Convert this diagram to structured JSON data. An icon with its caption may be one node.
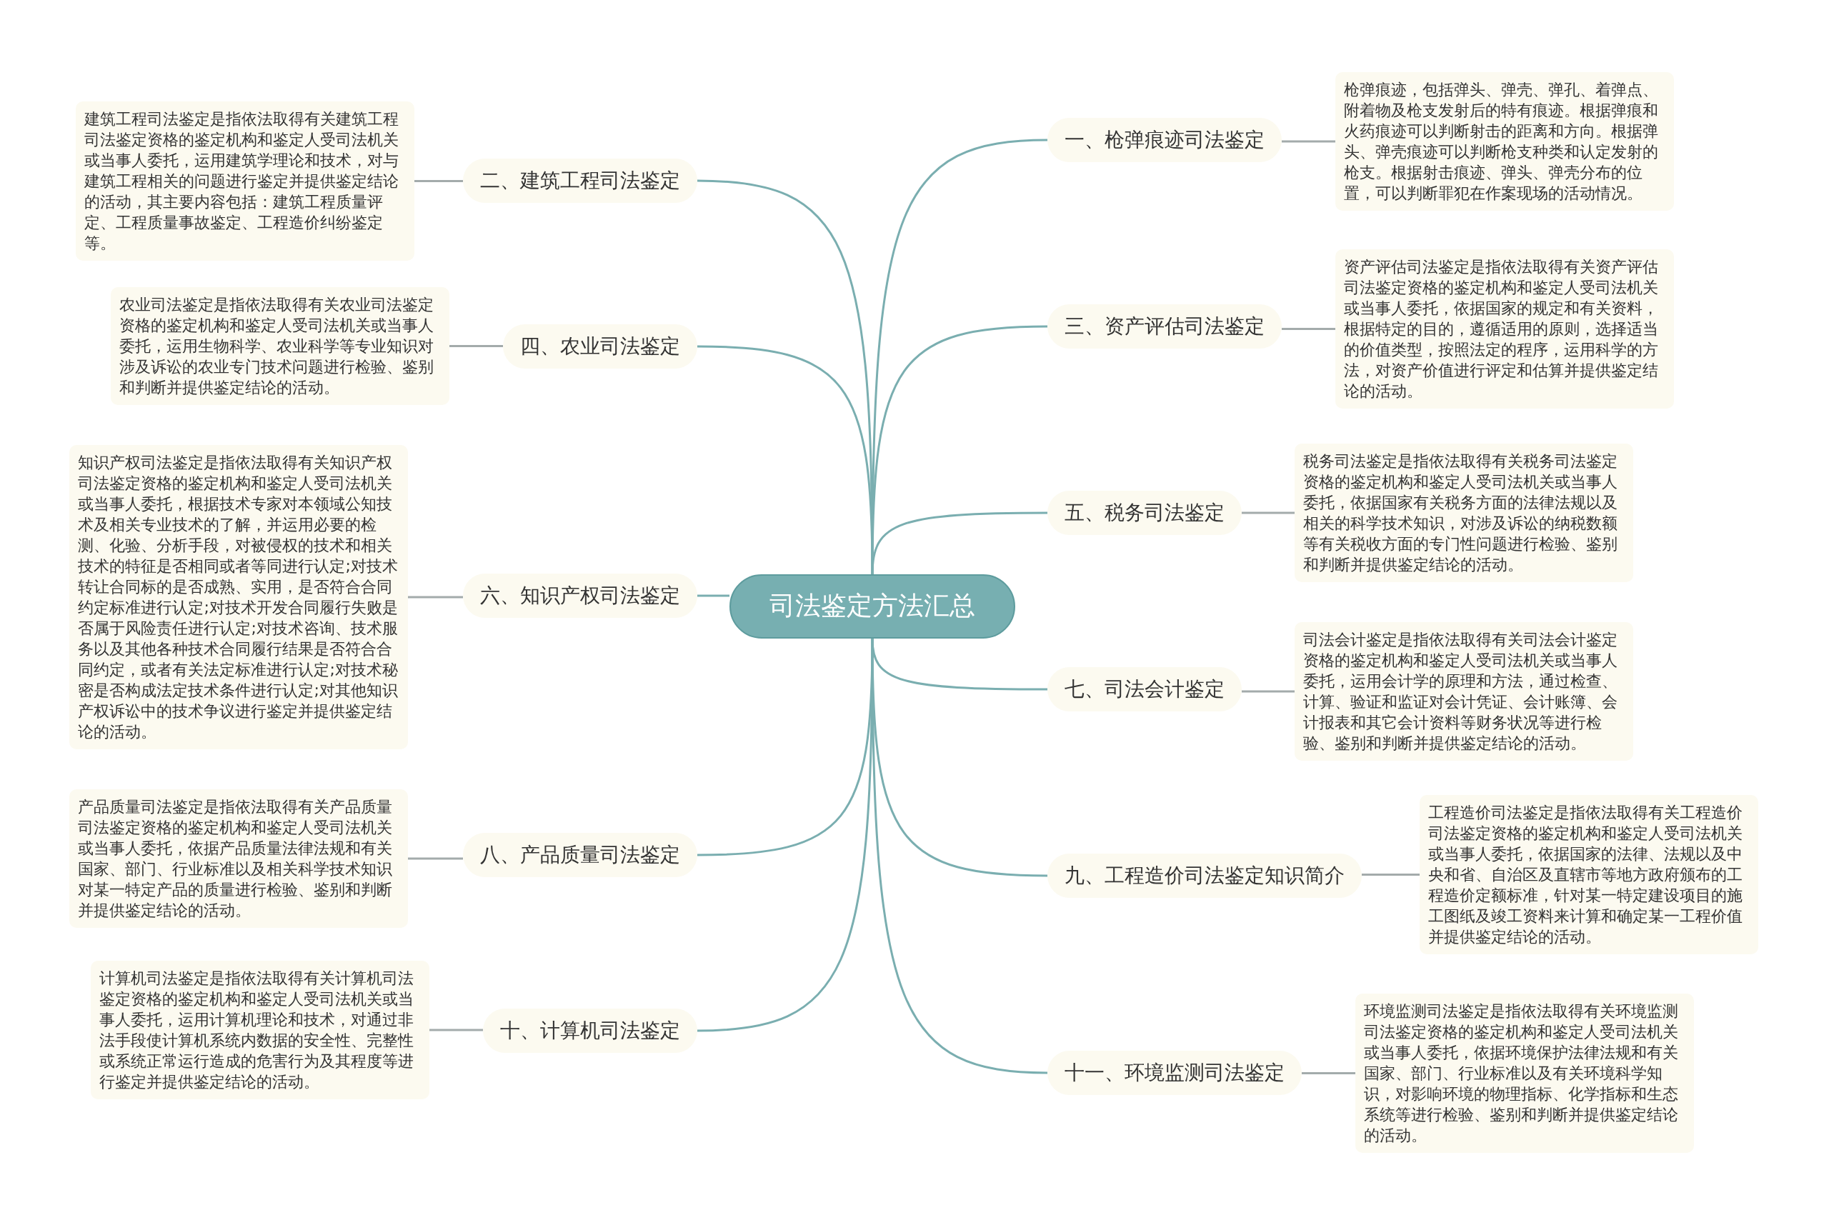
{
  "diagram": {
    "nodes": [
      {
        "text": [
          "司法鉴定方法汇总"
        ]
      },
      {
        "text": [
          "一、枪弹痕迹司法鉴定"
        ]
      },
      {
        "text": [
          "枪弹痕迹，包括弹头、弹壳、弹孔、着弹点、附着物及枪支发射后的特有痕迹。根据弹痕和火药痕迹可以判断射击的距离和方向。根据弹头、弹壳痕迹可以判断枪支种类和认定发射的枪支。根据射击痕迹、弹头、弹壳分布的位置，可以判断罪犯在作案现场的活动情况。"
        ]
      },
      {
        "text": [
          "二、建筑工程司法鉴定"
        ]
      },
      {
        "text": [
          "建筑工程司法鉴定是指依法取得有关建筑工程司法鉴定资格的鉴定机构和鉴定人受司法机关或当事人委托，运用建筑学理论和技术，对与建筑工程相关的问题进行鉴定并提供鉴定结论的活动，其主要内容包括：建筑工程质量评定、工程质量事故鉴定、工程造价纠纷鉴定等。"
        ]
      },
      {
        "text": [
          "三、资产评估司法鉴定"
        ]
      },
      {
        "text": [
          "资产评估司法鉴定是指依法取得有关资产评估司法鉴定资格的鉴定机构和鉴定人受司法机关或当事人委托，依据国家的规定和有关资料，根据特定的目的，遵循适用的原则，选择适当的价值类型，按照法定的程序，运用科学的方法，对资产价值进行评定和估算并提供鉴定结论的活动。"
        ]
      },
      {
        "text": [
          "四、农业司法鉴定"
        ]
      },
      {
        "text": [
          "农业司法鉴定是指依法取得有关农业司法鉴定资格的鉴定机构和鉴定人受司法机关或当事人委托，运用生物科学、农业科学等专业知识对涉及诉讼的农业专门技术问题进行检验、鉴别和判断并提供鉴定结论的活动。"
        ]
      },
      {
        "text": [
          "五、税务司法鉴定"
        ]
      },
      {
        "text": [
          "税务司法鉴定是指依法取得有关税务司法鉴定资格的鉴定机构和鉴定人受司法机关或当事人委托，依据国家有关税务方面的法律法规以及相关的科学技术知识，对涉及诉讼的纳税数额等有关税收方面的专门性问题进行检验、鉴别和判断并提供鉴定结论的活动。"
        ]
      },
      {
        "text": [
          "六、知识产权司法鉴定"
        ]
      },
      {
        "text": [
          "知识产权司法鉴定是指依法取得有关知识产权司法鉴定资格的鉴定机构和鉴定人受司法机关或当事人委托，根据技术专家对本领域公知技术及相关专业技术的了解，并运用必要的检测、化验、分析手段，对被侵权的技术和相关技术的特征是否相同或者等同进行认定;对技术转让合同标的是否成熟、实用，是否符合合同约定标准进行认定;对技术开发合同履行失败是否属于风险责任进行认定;对技术咨询、技术服务以及其他各种技术合同履行结果是否符合合同约定，或者有关法定标准进行认定;对技术秘密是否构成法定技术条件进行认定;对其他知识产权诉讼中的技术争议进行鉴定并提供鉴定结论的活动。"
        ]
      },
      {
        "text": [
          "七、司法会计鉴定"
        ]
      },
      {
        "text": [
          "司法会计鉴定是指依法取得有关司法会计鉴定资格的鉴定机构和鉴定人受司法机关或当事人委托，运用会计学的原理和方法，通过检查、计算、验证和监证对会计凭证、会计账簿、会计报表和其它会计资料等财务状况等进行检验、鉴别和判断并提供鉴定结论的活动。"
        ]
      },
      {
        "text": [
          "八、产品质量司法鉴定"
        ]
      },
      {
        "text": [
          "产品质量司法鉴定是指依法取得有关产品质量司法鉴定资格的鉴定机构和鉴定人受司法机关或当事人委托，依据产品质量法律法规和有关国家、部门、行业标准以及相关科学技术知识对某一特定产品的质量进行检验、鉴别和判断并提供鉴定结论的活动。"
        ]
      },
      {
        "text": [
          "九、工程造价司法鉴定知识简介"
        ]
      },
      {
        "text": [
          "工程造价司法鉴定是指依法取得有关工程造价司法鉴定资格的鉴定机构和鉴定人受司法机关或当事人委托，依据国家的法律、法规以及中央和省、自治区及直辖市等地方政府颁布的工程造价定额标准，针对某一特定建设项目的施工图纸及竣工资料来计算和确定某一工程价值并提供鉴定结论的活动。"
        ]
      },
      {
        "text": [
          "十、计算机司法鉴定"
        ]
      },
      {
        "text": [
          "计算机司法鉴定是指依法取得有关计算机司法鉴定资格的鉴定机构和鉴定人受司法机关或当事人委托，运用计算机理论和技术，对通过非法手段使计算机系统内数据的安全性、完整性或系统正常运行造成的危害行为及其程度等进行鉴定并提供鉴定结论的活动。"
        ]
      },
      {
        "text": [
          "十一、环境监测司法鉴定"
        ]
      },
      {
        "text": [
          "环境监测司法鉴定是指依法取得有关环境监测司法鉴定资格的鉴定机构和鉴定人受司法机关或当事人委托，依据环境保护法律法规和有关国家、部门、行业标准以及有关环境科学知识，对影响环境的物理指标、化学指标和生态系统等进行检验、鉴别和判断并提供鉴定结论的活动。"
        ]
      }
    ],
    "edges": [
      {
        "from": 0,
        "to": 1,
        "arrow": "none"
      },
      {
        "from": 1,
        "to": 2,
        "arrow": "none"
      },
      {
        "from": 0,
        "to": 3,
        "arrow": "none"
      },
      {
        "from": 3,
        "to": 4,
        "arrow": "none"
      },
      {
        "from": 0,
        "to": 5,
        "arrow": "none"
      },
      {
        "from": 5,
        "to": 6,
        "arrow": "none"
      },
      {
        "from": 0,
        "to": 7,
        "arrow": "none"
      },
      {
        "from": 7,
        "to": 8,
        "arrow": "none"
      },
      {
        "from": 0,
        "to": 9,
        "arrow": "none"
      },
      {
        "from": 9,
        "to": 10,
        "arrow": "none"
      },
      {
        "from": 0,
        "to": 11,
        "arrow": "none"
      },
      {
        "from": 11,
        "to": 12,
        "arrow": "none"
      },
      {
        "from": 0,
        "to": 13,
        "arrow": "none"
      },
      {
        "from": 13,
        "to": 14,
        "arrow": "none"
      },
      {
        "from": 0,
        "to": 15,
        "arrow": "none"
      },
      {
        "from": 15,
        "to": 16,
        "arrow": "none"
      },
      {
        "from": 0,
        "to": 17,
        "arrow": "none"
      },
      {
        "from": 17,
        "to": 18,
        "arrow": "none"
      },
      {
        "from": 0,
        "to": 19,
        "arrow": "none"
      },
      {
        "from": 19,
        "to": 20,
        "arrow": "none"
      },
      {
        "from": 0,
        "to": 21,
        "arrow": "none"
      },
      {
        "from": 21,
        "to": 22,
        "arrow": "none"
      }
    ]
  }
}
